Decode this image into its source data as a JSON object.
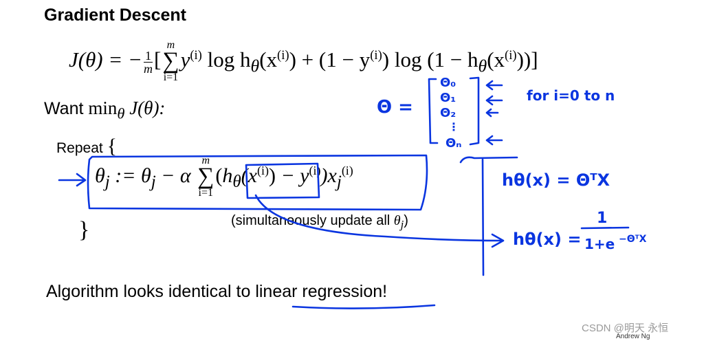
{
  "slide": {
    "title": "Gradient Descent",
    "cost": {
      "lhs": "J(θ) = −",
      "frac_num": "1",
      "frac_den": "m",
      "sum_top": "m",
      "sum_bot": "i=1",
      "body_a": "y",
      "sup_i": "(i)",
      "body_b": " log h",
      "theta_sub": "θ",
      "body_c": "(x",
      "body_d": ") + (1 − y",
      "body_e": ") log (1 − h",
      "body_f": "(x",
      "body_g": "))]",
      "bracket_open": "["
    },
    "want": {
      "prefix": "Want ",
      "expr_min": "min",
      "expr_rest": " J(θ):"
    },
    "repeat_label": "Repeat",
    "open_brace": "{",
    "close_brace": "}",
    "update": {
      "lhs": "θ",
      "sub_j": "j",
      "assign": " := θ",
      "minus_alpha": " − α ",
      "sum_top": "m",
      "sum_bot": "i=1",
      "paren_open": "(",
      "h": "h",
      "theta_sub": "θ",
      "arg": "(x",
      "sup_i": "(i)",
      "arg_close": ")",
      "minus_y": " − y",
      "tail": ")x",
      "tail_sub": "j"
    },
    "note": {
      "text": "(simultaneously update all ",
      "theta": "θ",
      "sub_j": "j",
      "close": ")"
    },
    "algorithm": {
      "prefix": "Algorithm looks identical to ",
      "link": "linear regression",
      "suffix": "!"
    },
    "watermark": "CSDN @明天  永恒",
    "credit": "Andrew Ng"
  },
  "annotations": {
    "ink_color": "#0a35e0",
    "theta_vector_label": "Θ =",
    "vector_entries": [
      "Θ₀",
      "Θ₁",
      "Θ₂",
      "⋮",
      "Θₙ"
    ],
    "for_note": "for i=0 to n",
    "linear_h": "hθ(x) = ΘᵀX",
    "logistic_h_lhs": "hθ(x) =",
    "logistic_num": "1",
    "logistic_den": "1+e",
    "logistic_exp": "−ΘᵀX"
  }
}
